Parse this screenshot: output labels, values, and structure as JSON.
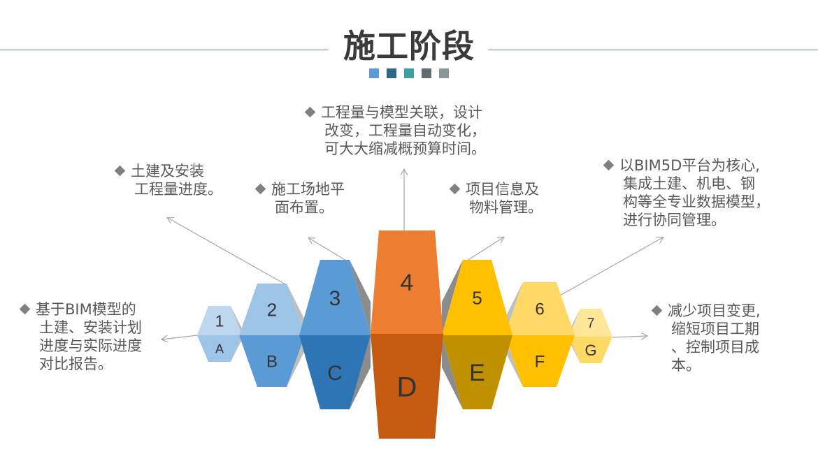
{
  "title": "施工阶段",
  "accent_squares": [
    "#5b9bd5",
    "#2a6c84",
    "#3e9ea5",
    "#5f6b6d",
    "#8a9699"
  ],
  "blocks": [
    {
      "num": "1",
      "letter": "A",
      "top_color": "#bdd7ee",
      "bottom_color": "#9dc3e6"
    },
    {
      "num": "2",
      "letter": "B",
      "top_color": "#9dc3e6",
      "bottom_color": "#5b9bd5"
    },
    {
      "num": "3",
      "letter": "C",
      "top_color": "#5b9bd5",
      "bottom_color": "#2e75b6"
    },
    {
      "num": "4",
      "letter": "D",
      "top_color": "#ed7d31",
      "bottom_color": "#c55a11"
    },
    {
      "num": "5",
      "letter": "E",
      "top_color": "#ffc000",
      "bottom_color": "#bf9000"
    },
    {
      "num": "6",
      "letter": "F",
      "top_color": "#ffd966",
      "bottom_color": "#ffc000"
    },
    {
      "num": "7",
      "letter": "G",
      "top_color": "#ffe699",
      "bottom_color": "#ffd966"
    }
  ],
  "notes": {
    "a": [
      "基于BIM模型的",
      "土建、安装计划",
      "进度与实际进度",
      "对比报告。"
    ],
    "b": [
      "土建及安装",
      "工程量进度。"
    ],
    "c": [
      "施工场地平",
      "面布置。"
    ],
    "d": [
      "工程量与模型关联，设计",
      "改变，工程量自动变化，",
      "可大大缩减概预算时间。"
    ],
    "e": [
      "项目信息及",
      "物料管理。"
    ],
    "f": [
      "以BIM5D平台为核心,",
      "集成土建、机电、钢",
      "构等全专业数据模型，",
      "进行协同管理。"
    ],
    "g": [
      "减少项目变更,",
      "缩短项目工期",
      "、控制项目成",
      "本。"
    ]
  }
}
